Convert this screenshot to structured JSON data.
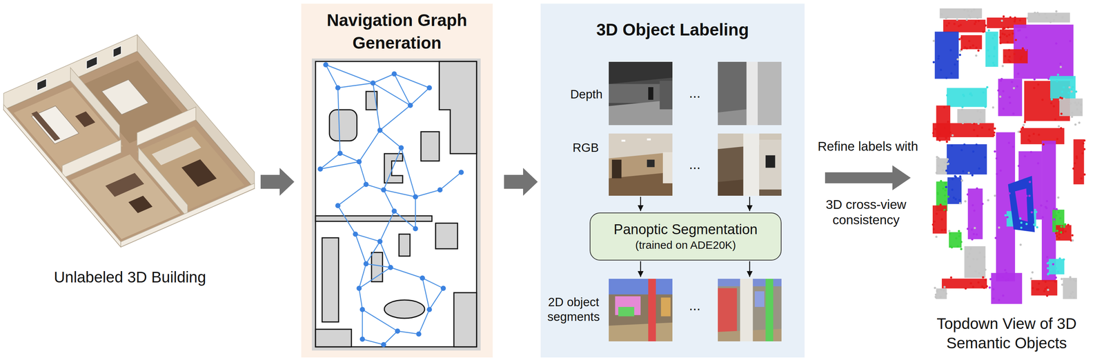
{
  "diagram": {
    "nodes": [
      {
        "text": [
          "Unlabeled 3D Building"
        ]
      },
      {
        "text": [
          "Navigation Graph Generation"
        ]
      },
      {
        "text": [
          "3D Object Labeling"
        ]
      },
      {
        "text": [
          "Panoptic Segmentation",
          "(trained on ADE20K)"
        ],
        "in": 2
      },
      {
        "text": [
          "Topdown View of 3D Semantic Objects"
        ]
      }
    ],
    "edges": [
      {
        "from": 0,
        "to": 1,
        "arrow": "to"
      },
      {
        "from": 1,
        "to": 2,
        "arrow": "to"
      },
      {
        "from": 2,
        "to": 4,
        "arrow": "to",
        "label": "Refine labels with"
      }
    ],
    "labels": [
      "Depth",
      "RGB",
      "2D object segments",
      "...",
      "...",
      "...",
      "3D cross-view consistency"
    ]
  }
}
